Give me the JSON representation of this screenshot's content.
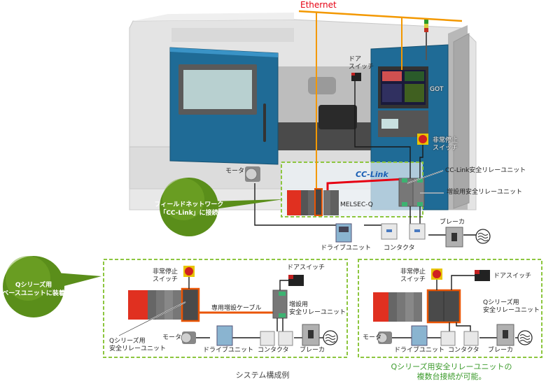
{
  "network": {
    "ethernet_label": "Ethernet",
    "cclink_logo": "CC-Link"
  },
  "machine": {
    "door_switch_label": "ドア\nスイッチ",
    "got_label": "GOT",
    "emergency_stop_label": "非常停止\nスイッチ",
    "cclink_safety_relay_label": "CC-Link安全リレーユニット",
    "extension_safety_relay_label": "増設用安全リレーユニット",
    "motor_label": "モータ",
    "melsec_label": "MELSEC-Q",
    "drive_unit_label": "ドライブユニット",
    "contactor_label": "コンタクタ",
    "breaker_label": "ブレーカ"
  },
  "callouts": {
    "field_network": "フィールドネットワーク\n「CC-Link」に接続",
    "base_unit": "Qシリーズ用\nベースユニットに装着"
  },
  "example_left": {
    "emergency_stop_label": "非常停止\nスイッチ",
    "door_switch_label": "ドアスイッチ",
    "cable_label": "専用増設ケーブル",
    "extension_relay_label": "増設用\n安全リレーユニット",
    "q_relay_label": "Qシリーズ用\n安全リレーユニット",
    "motor_label": "モータ",
    "drive_unit_label": "ドライブユニット",
    "contactor_label": "コンタクタ",
    "breaker_label": "ブレーカ",
    "caption": "システム構成例"
  },
  "example_right": {
    "emergency_stop_label": "非常停止\nスイッチ",
    "door_switch_label": "ドアスイッチ",
    "q_relay_label": "Qシリーズ用\n安全リレーユニット",
    "motor_label": "モータ",
    "drive_unit_label": "ドライブユニット",
    "contactor_label": "コンタクタ",
    "breaker_label": "ブレーカ",
    "caption": "Qシリーズ用安全リレーユニットの\n複数台接続が可能。"
  },
  "colors": {
    "ethernet": "#f39800",
    "cclink_cable": "#e60012",
    "extension_cable": "#ea5504",
    "dashed_frame": "#8dc63f",
    "callout_green": "#5a8e1a",
    "machine_blue": "#1f6b96",
    "ethernet_text": "#e60012",
    "caption_green": "#3a9a2a"
  }
}
